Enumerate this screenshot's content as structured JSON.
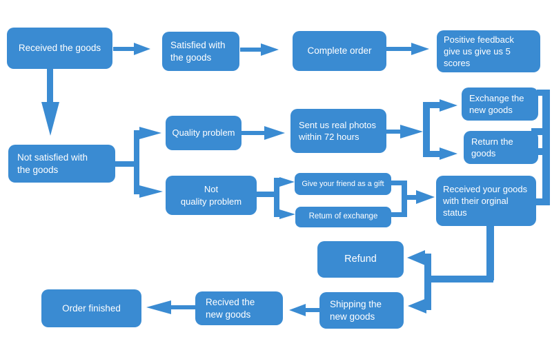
{
  "colors": {
    "accent": "#3a8bd2",
    "background": "#ffffff",
    "text": "#ffffff"
  },
  "nodes": [
    {
      "id": "received-the-goods",
      "label": "Received the goods"
    },
    {
      "id": "satisfied-with-the-goods",
      "label": "Satisfied with\nthe goods"
    },
    {
      "id": "complete-order",
      "label": "Complete order"
    },
    {
      "id": "positive-feedback",
      "label": "Positive feedback\ngive us give us 5\nscores"
    },
    {
      "id": "not-satisfied-with-the-goods",
      "label": "Not satisfied with\nthe goods"
    },
    {
      "id": "quality-problem",
      "label": "Quality problem"
    },
    {
      "id": "sent-us-real-photos",
      "label": "Sent us real photos\nwithin 72 hours"
    },
    {
      "id": "exchange-the-new-goods",
      "label": "Exchange the\nnew goods"
    },
    {
      "id": "return-the-goods",
      "label": "Return the\ngoods"
    },
    {
      "id": "not-quality-problem",
      "label": "Not\nquality problem"
    },
    {
      "id": "give-your-friend-as-a-gift",
      "label": "Give your friend as a gift"
    },
    {
      "id": "retum-of-exchange",
      "label": "Retum of exchange"
    },
    {
      "id": "received-your-goods-original-status",
      "label": "Received your goods\nwith their orginal\nstatus"
    },
    {
      "id": "refund",
      "label": "Refund"
    },
    {
      "id": "shipping-the-new-goods",
      "label": "Shipping the\nnew goods"
    },
    {
      "id": "recived-the-new-goods",
      "label": "Recived the\nnew goods"
    },
    {
      "id": "order-finished",
      "label": "Order finished"
    }
  ],
  "edges": [
    {
      "from": "received-the-goods",
      "to": "satisfied-with-the-goods"
    },
    {
      "from": "satisfied-with-the-goods",
      "to": "complete-order"
    },
    {
      "from": "complete-order",
      "to": "positive-feedback"
    },
    {
      "from": "received-the-goods",
      "to": "not-satisfied-with-the-goods"
    },
    {
      "from": "not-satisfied-with-the-goods",
      "to": "quality-problem"
    },
    {
      "from": "not-satisfied-with-the-goods",
      "to": "not-quality-problem"
    },
    {
      "from": "quality-problem",
      "to": "sent-us-real-photos"
    },
    {
      "from": "sent-us-real-photos",
      "to": "exchange-the-new-goods"
    },
    {
      "from": "sent-us-real-photos",
      "to": "return-the-goods"
    },
    {
      "from": "not-quality-problem",
      "to": "give-your-friend-as-a-gift"
    },
    {
      "from": "not-quality-problem",
      "to": "retum-of-exchange"
    },
    {
      "from": "give-your-friend-as-a-gift",
      "to": "received-your-goods-original-status"
    },
    {
      "from": "retum-of-exchange",
      "to": "received-your-goods-original-status"
    },
    {
      "from": "exchange-the-new-goods",
      "to": "received-your-goods-original-status"
    },
    {
      "from": "return-the-goods",
      "to": "received-your-goods-original-status"
    },
    {
      "from": "received-your-goods-original-status",
      "to": "refund"
    },
    {
      "from": "received-your-goods-original-status",
      "to": "shipping-the-new-goods"
    },
    {
      "from": "shipping-the-new-goods",
      "to": "recived-the-new-goods"
    },
    {
      "from": "recived-the-new-goods",
      "to": "order-finished"
    }
  ]
}
